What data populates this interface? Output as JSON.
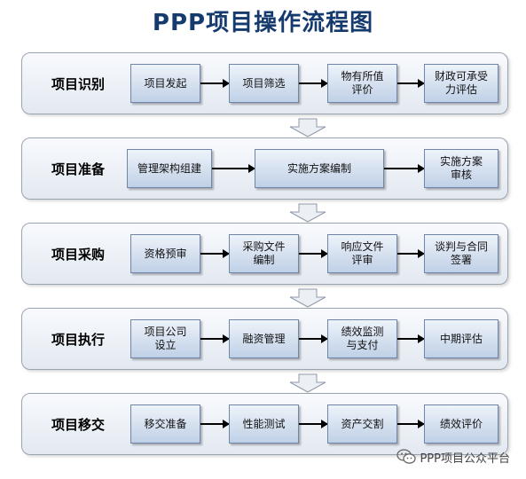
{
  "title": "PPP项目操作流程图",
  "colors": {
    "title": "#153a6e",
    "step_fill": "#c7d6ea",
    "stage_fill": "#e8edf4",
    "arrow": "#000000"
  },
  "stages": [
    {
      "label": "项目识别",
      "steps": [
        "项目发起",
        "项目筛选",
        "物有所值\n评价",
        "财政可承受\n力评估"
      ]
    },
    {
      "label": "项目准备",
      "steps": [
        "管理架构组建",
        "实施方案编制",
        "实施方案\n审核"
      ]
    },
    {
      "label": "项目采购",
      "steps": [
        "资格预审",
        "采购文件\n编制",
        "响应文件\n评审",
        "谈判与合同\n签署"
      ]
    },
    {
      "label": "项目执行",
      "steps": [
        "项目公司\n设立",
        "融资管理",
        "绩效监测\n与支付",
        "中期评估"
      ]
    },
    {
      "label": "项目移交",
      "steps": [
        "移交准备",
        "性能测试",
        "资产交割",
        "绩效评价"
      ]
    }
  ],
  "watermark": {
    "icon": "wechat-icon",
    "text": "PPP项目公众平台"
  }
}
